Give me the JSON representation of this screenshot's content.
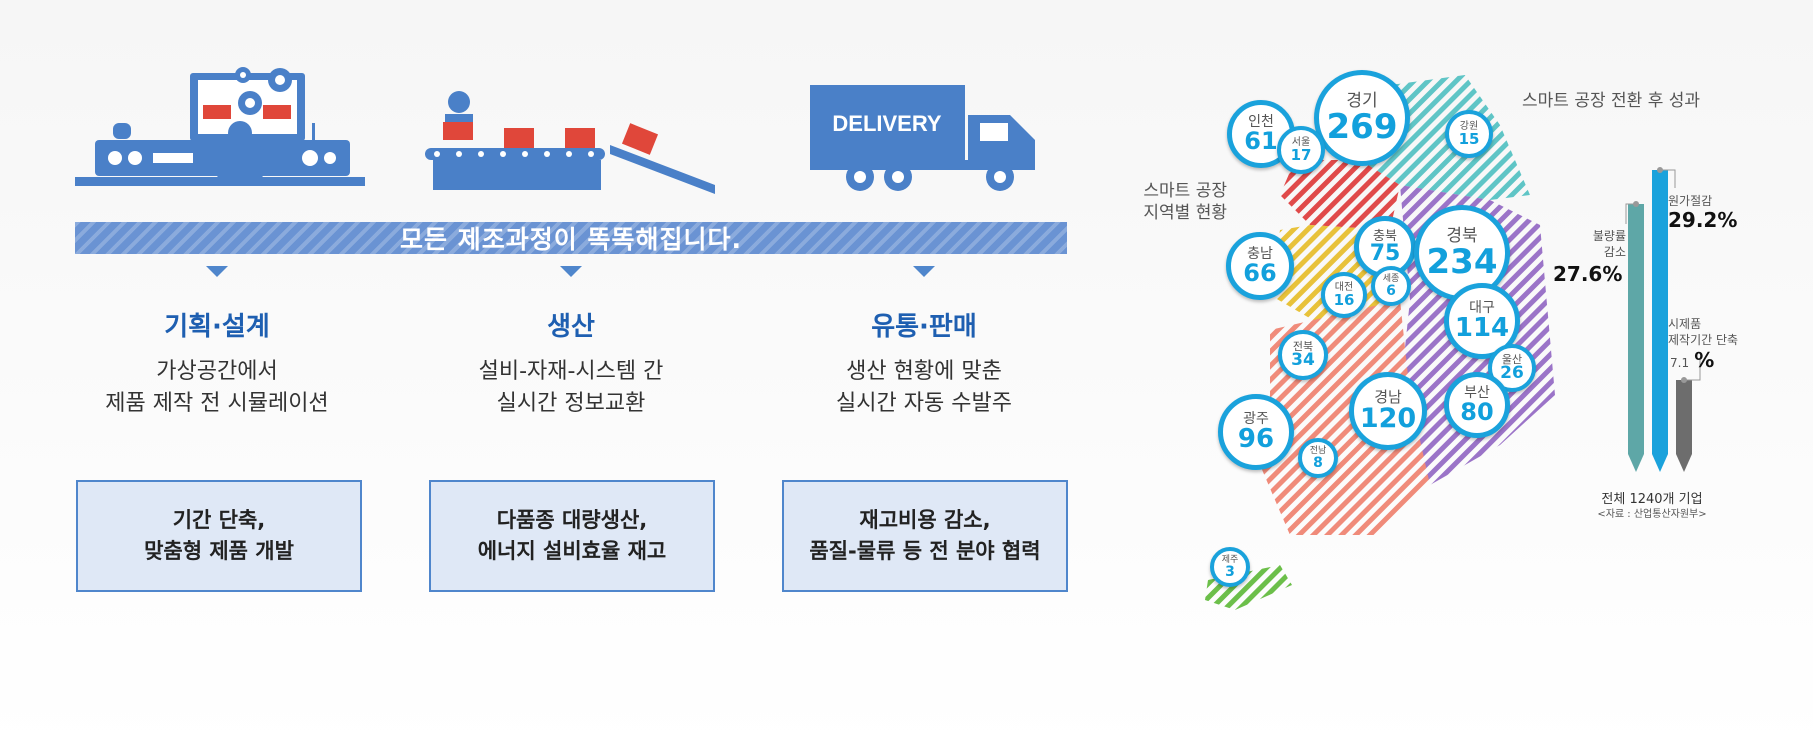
{
  "banner": "모든 제조과정이 똑똑해집니다.",
  "icons": {
    "delivery_label": "DELIVERY"
  },
  "columns": [
    {
      "title": "기획·설계",
      "desc1": "가상공간에서",
      "desc2": "제품 제작 전 시뮬레이션",
      "box1": "기간 단축,",
      "box2": "맞춤형 제품 개발"
    },
    {
      "title": "생산",
      "desc1": "설비-자재-시스템 간",
      "desc2": "실시간 정보교환",
      "box1": "다품종 대량생산,",
      "box2": "에너지 설비효율 재고"
    },
    {
      "title": "유통·판매",
      "desc1": "생산 현황에 맞춘",
      "desc2": "실시간 자동 수발주",
      "box1": "재고비용 감소,",
      "box2": "품질-물류 등 전 분야 협력"
    }
  ],
  "map": {
    "title_line1": "스마트 공장",
    "title_line2": "지역별 현황",
    "regions": [
      {
        "name": "경기",
        "value": "269"
      },
      {
        "name": "인천",
        "value": "61"
      },
      {
        "name": "서울",
        "value": "17"
      },
      {
        "name": "강원",
        "value": "15"
      },
      {
        "name": "충북",
        "value": "75"
      },
      {
        "name": "경북",
        "value": "234"
      },
      {
        "name": "충남",
        "value": "66"
      },
      {
        "name": "대전",
        "value": "16"
      },
      {
        "name": "세종",
        "value": "6"
      },
      {
        "name": "대구",
        "value": "114"
      },
      {
        "name": "전북",
        "value": "34"
      },
      {
        "name": "울산",
        "value": "26"
      },
      {
        "name": "광주",
        "value": "96"
      },
      {
        "name": "경남",
        "value": "120"
      },
      {
        "name": "부산",
        "value": "80"
      },
      {
        "name": "전남",
        "value": "8"
      },
      {
        "name": "제주",
        "value": "3"
      }
    ]
  },
  "results": {
    "title": "스마트 공장 전환 후 성과",
    "defect_label1": "불량률",
    "defect_label2": "감소",
    "defect_value": "27.6%",
    "cost_label": "원가절감",
    "cost_value": "29.2%",
    "proto_label1": "시제품",
    "proto_label2": "제작기간 단축",
    "proto_value": "7.1",
    "proto_unit": "%",
    "footer": "전체 1240개 기업",
    "source": "<자료 : 산업통산자원부>",
    "colors": {
      "defect": "#5ea7a7",
      "cost": "#1aa2dc",
      "proto": "#6d6d6d"
    }
  }
}
